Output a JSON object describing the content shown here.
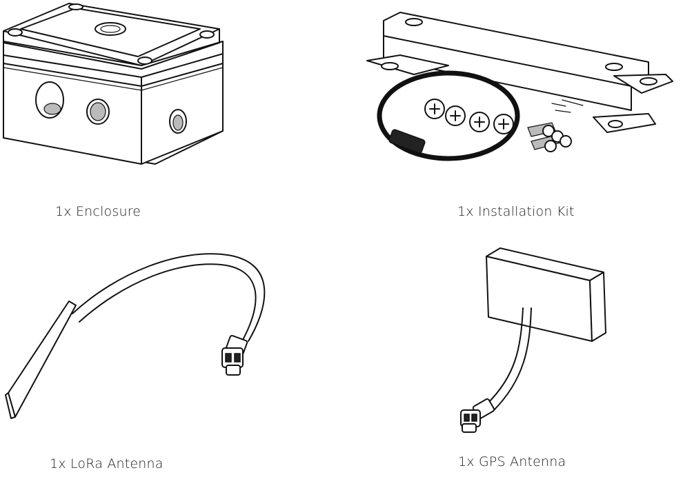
{
  "items": [
    {
      "id": "enclosure",
      "caption": "1x Enclosure",
      "icon": "enclosure-box"
    },
    {
      "id": "installation-kit",
      "caption": "1x Installation Kit",
      "icon": "mounting-bracket-with-clamp-and-screws"
    },
    {
      "id": "lora-antenna",
      "caption": "1x LoRa Antenna",
      "icon": "flat-antenna-with-cable"
    },
    {
      "id": "gps-antenna",
      "caption": "1x GPS Antenna",
      "icon": "block-antenna-with-cable"
    }
  ]
}
